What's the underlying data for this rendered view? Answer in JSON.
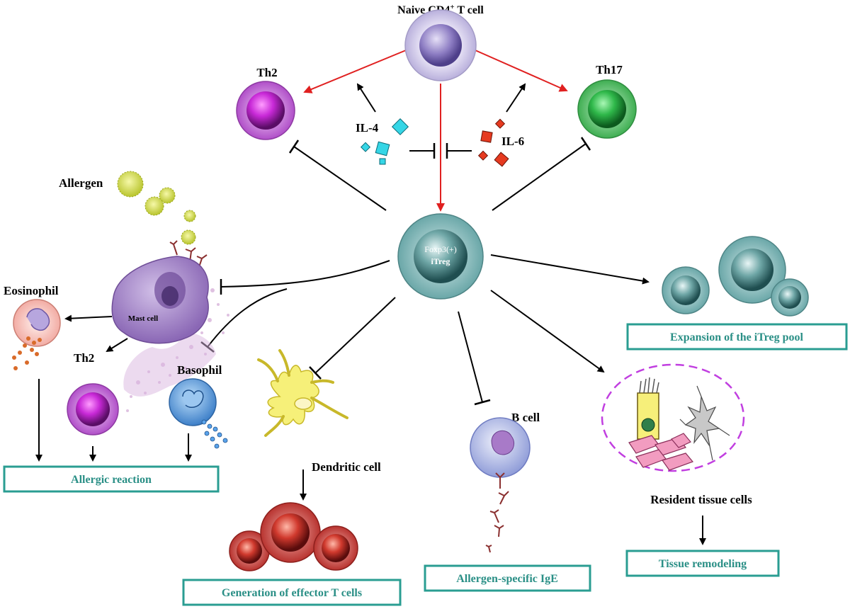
{
  "cells": {
    "naive": {
      "label": "Naive CD4",
      "sup": "+",
      "label_suffix": " T cell",
      "color": "#b9b0dc"
    },
    "th2_top": {
      "label": "Th2",
      "color": "#b04fc8"
    },
    "th17": {
      "label": "Th17",
      "color": "#3fae52"
    },
    "itreg": {
      "line1": "Foxp3(+)",
      "line2": "iTreg",
      "color": "#6aa7a8"
    },
    "allergen": {
      "label": "Allergen",
      "color": "#c9d441"
    },
    "mast": {
      "label": "Mast cell",
      "color": "#9a7bc0"
    },
    "eosinophil": {
      "label": "Eosinophil",
      "color": "#f3b0a8"
    },
    "th2_bottom": {
      "label": "Th2",
      "color": "#b04fc8"
    },
    "basophil": {
      "label": "Basophil",
      "color": "#4a90d8"
    },
    "dendritic": {
      "label": "Dendritic cell",
      "color": "#f6f079"
    },
    "bcell": {
      "label": "B cell",
      "color": "#a6b2e6"
    },
    "tissue": {
      "label": "Resident tissue cells"
    },
    "effector": {
      "color": "#b8332f"
    }
  },
  "cytokines": {
    "il4": {
      "label": "IL-4",
      "color": "#35d6e6"
    },
    "il6": {
      "label": "IL-6",
      "color": "#e63a20"
    }
  },
  "outcomes": {
    "expansion": "Expansion of the iTreg pool",
    "allergic": "Allergic reaction",
    "effector": "Generation of effector T cells",
    "ige": "Allergen-specific IgE",
    "remodeling": "Tissue remodeling"
  },
  "colors": {
    "differentiation_arrow": "#e02020",
    "inhibition": "#000000",
    "box_border": "#2a9d92",
    "tissue_boundary": "#c13fe0"
  }
}
